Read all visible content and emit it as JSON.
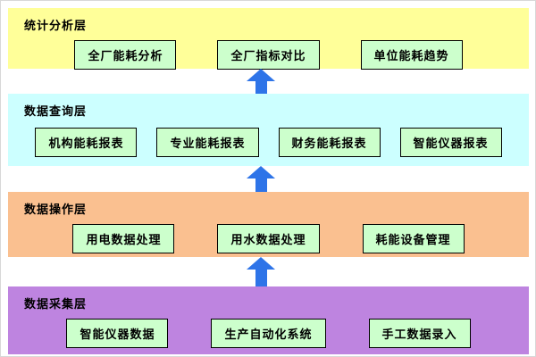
{
  "diagram": {
    "title": "energy-management-layered-architecture",
    "arrow_color": "#2E74E8",
    "item_background": "#CCFFCC",
    "item_border": "#000000",
    "layers": [
      {
        "label": "统计分析层",
        "color": "#FFFF99",
        "items": [
          "全厂能耗分析",
          "全厂指标对比",
          "单位能耗趋势"
        ]
      },
      {
        "label": "数据查询层",
        "color": "#CCFFFF",
        "items": [
          "机构能耗报表",
          "专业能耗报表",
          "财务能耗报表",
          "智能仪器报表"
        ]
      },
      {
        "label": "数据操作层",
        "color": "#FAC090",
        "items": [
          "用电数据处理",
          "用水数据处理",
          "耗能设备管理"
        ]
      },
      {
        "label": "数据采集层",
        "color": "#BE84E0",
        "items": [
          "智能仪器数据",
          "生产自动化系统",
          "手工数据录入"
        ]
      }
    ]
  }
}
